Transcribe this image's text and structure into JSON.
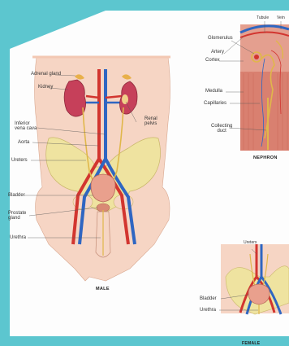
{
  "colors": {
    "background": "#5cc6cf",
    "page": "#fdfdfd",
    "skin": "#f6d5c4",
    "artery": "#d2352f",
    "vein": "#2f66c2",
    "kidney": "#c6405a",
    "bone": "#efe3a0",
    "bladder": "#e9a08d",
    "duct": "#e0b74a"
  },
  "labels": {
    "adrenal_gland": "Adrenal gland",
    "kidney": "Kidney",
    "inferior_vena_cava": "Inferior\nvena cava",
    "aorta": "Aorta",
    "renal_pelvis": "Renal\npelvis",
    "ureters": "Ureters",
    "bladder": "Bladder",
    "prostate_gland": "Prostate\ngland",
    "urethra": "Urethra"
  },
  "nephron": {
    "tubule": "Tubule",
    "vein": "Vein",
    "glomerulus": "Glomerulus",
    "artery": "Artery",
    "cortex": "Cortex",
    "medulla": "Medulla",
    "capillaries": "Capillaries",
    "collecting_duct": "Collecting\nduct"
  },
  "female": {
    "ureters": "Ureters",
    "bladder": "Bladder",
    "urethra": "Urethra"
  },
  "captions": {
    "male": "MALE",
    "nephron": "NEPHRON",
    "female": "FEMALE"
  }
}
